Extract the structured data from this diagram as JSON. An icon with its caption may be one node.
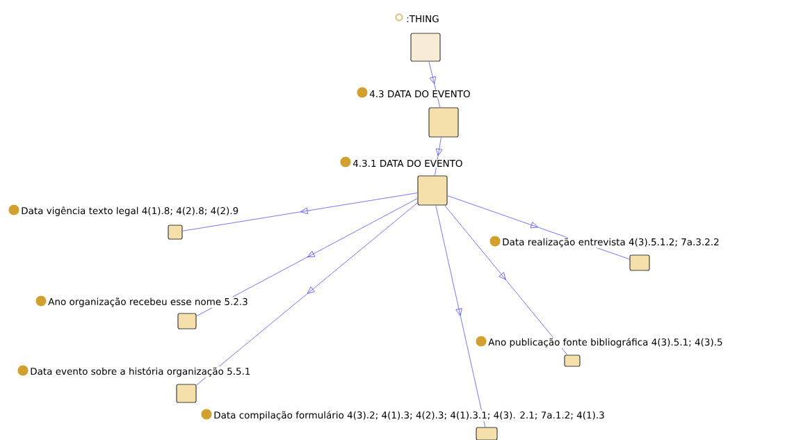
{
  "diagram": {
    "nodes": [
      {
        "text": [
          ":THING"
        ]
      },
      {
        "text": [
          "4.3 DATA DO EVENTO"
        ]
      },
      {
        "text": [
          "4.3.1 DATA DO EVENTO"
        ]
      },
      {
        "text": [
          "Data vigência texto legal 4(1).8; 4(2).8; 4(2).9"
        ]
      },
      {
        "text": [
          "Data realização entrevista 4(3).5.1.2; 7a.3.2.2"
        ]
      },
      {
        "text": [
          "Ano organização recebeu esse nome 5.2.3"
        ]
      },
      {
        "text": [
          "Ano publicação fonte bibliográfica 4(3).5.1; 4(3).5"
        ]
      },
      {
        "text": [
          "Data evento sobre a história organização 5.5.1"
        ]
      },
      {
        "text": [
          "Data compilação formulário 4(3).2; 4(1).3; 4(2).3; 4(1).3.1; 4(3). 2.1; 7a.1.2; 4(1).3"
        ]
      }
    ],
    "edges": [
      {
        "from": 0,
        "to": 1,
        "arrow": "to"
      },
      {
        "from": 1,
        "to": 2,
        "arrow": "to"
      },
      {
        "from": 2,
        "to": 3,
        "arrow": "to"
      },
      {
        "from": 2,
        "to": 4,
        "arrow": "to"
      },
      {
        "from": 2,
        "to": 5,
        "arrow": "to"
      },
      {
        "from": 2,
        "to": 6,
        "arrow": "to"
      },
      {
        "from": 2,
        "to": 7,
        "arrow": "to"
      },
      {
        "from": 2,
        "to": 8,
        "arrow": "to"
      }
    ]
  }
}
